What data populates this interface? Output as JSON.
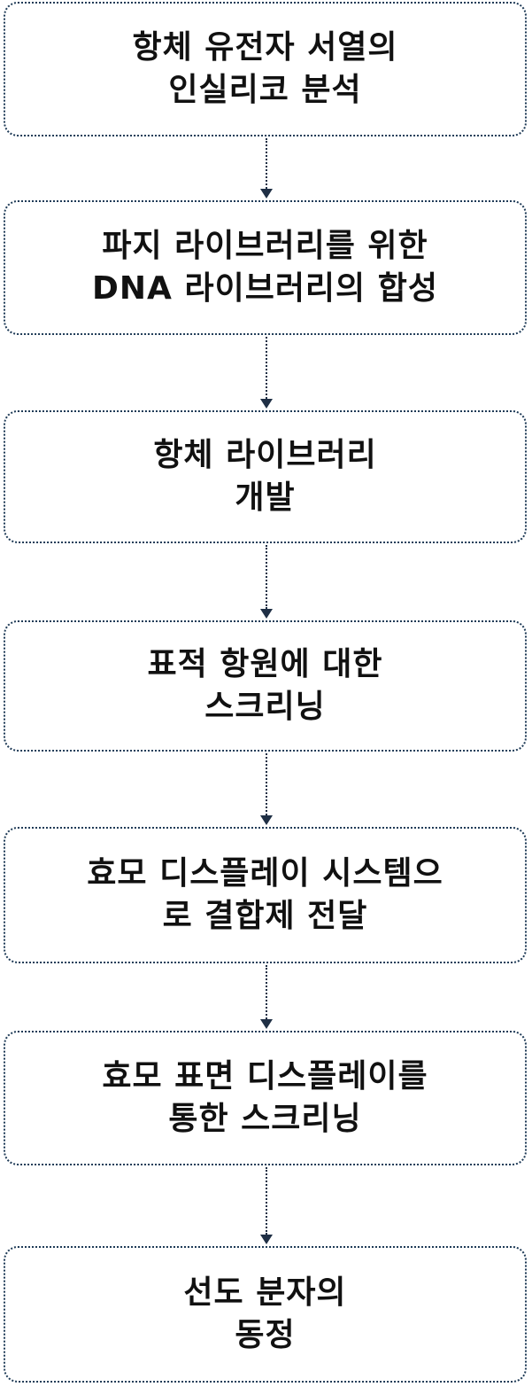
{
  "steps": [
    {
      "line1": "항체 유전자 서열의",
      "line2": "인실리코 분석"
    },
    {
      "line1": "파지 라이브러리를 위한",
      "line2": "DNA 라이브러리의 합성"
    },
    {
      "line1": "항체 라이브러리",
      "line2": "개발"
    },
    {
      "line1": "표적 항원에 대한",
      "line2": "스크리닝"
    },
    {
      "line1": "효모 디스플레이 시스템으",
      "line2": "로 결합제 전달"
    },
    {
      "line1": "효모 표면 디스플레이를",
      "line2": "통한 스크리닝"
    },
    {
      "line1": "선도 분자의",
      "line2": "동정"
    }
  ],
  "colors": {
    "border": "#1f3b57",
    "arrow": "#1f2f45",
    "text": "#111111",
    "background": "#ffffff"
  }
}
